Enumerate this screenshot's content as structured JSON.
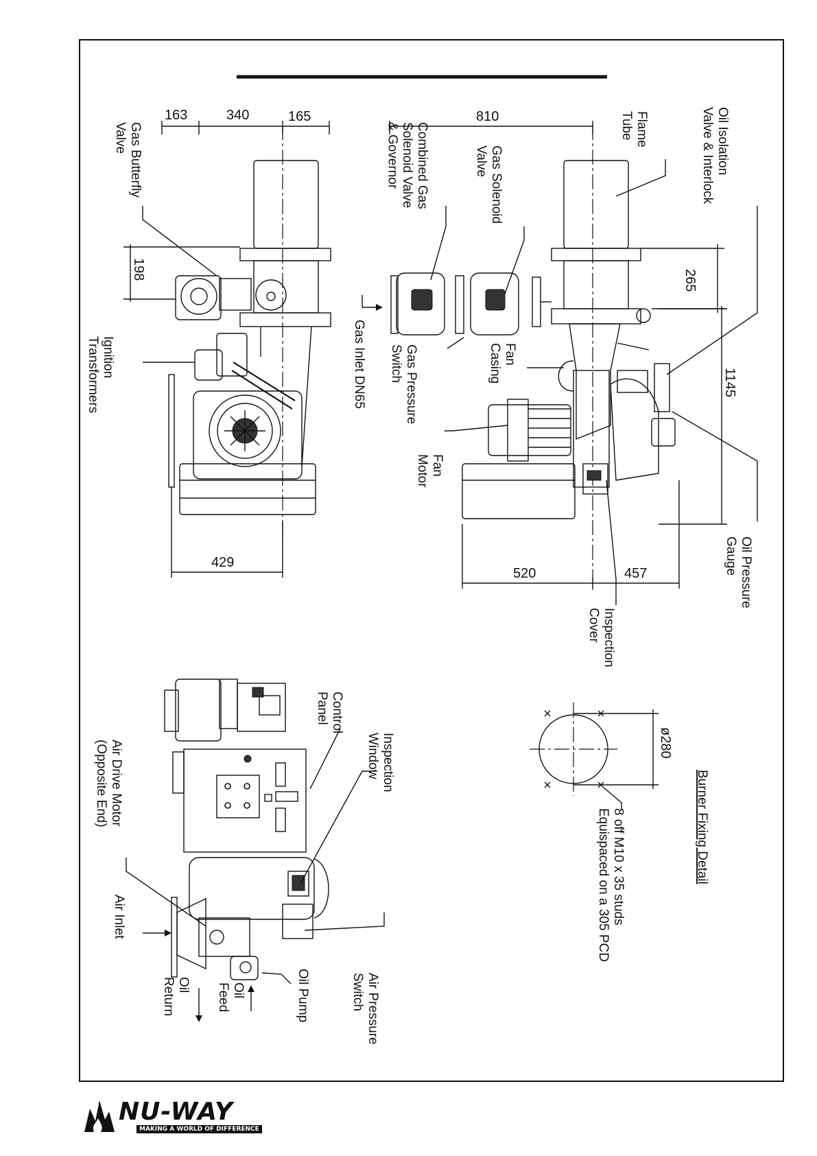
{
  "drawing": {
    "callouts": {
      "gas_butterfly": "Gas Butterfly\nValve",
      "ignition": "Ignition\nTransformers",
      "gas_inlet": "Gas Inlet DN65",
      "combined_gas": "Combined Gas\nSolenoid Valve\n& Governor",
      "gas_solenoid": "Gas Solenoid\nValve",
      "gas_pressure": "Gas Pressure\nSwitch",
      "flame_tube": "Flame\nTube",
      "oil_isolation": "Oil Isolation\nValve & Interlock",
      "fan_casing": "Fan\nCasing",
      "fan_motor": "Fan\nMotor",
      "oil_pressure_gauge": "Oil Pressure\nGauge",
      "inspection_cover": "Inspection\nCover",
      "control_panel": "Control\nPanel",
      "inspection_window": "Inspection\nWindow",
      "air_drive_motor": "Air Drive Motor\n(Opposite End)",
      "air_inlet": "Air Inlet",
      "oil_return": "Oil\nReturn",
      "oil_feed": "Oil\nFeed",
      "oil_pump": "Oil Pump",
      "air_pressure_switch": "Air Pressure\nSwitch",
      "studs": "8 off M10 x 35 studs\nEquispaced on a 305 PCD",
      "fixing_detail_title": "Burner Fixing Detail"
    },
    "dimensions": {
      "d163": "163",
      "d340": "340",
      "d165": "165",
      "d198": "198",
      "d429": "429",
      "d810": "810",
      "d265": "265",
      "d1145": "1145",
      "d520": "520",
      "d457": "457",
      "d280": "ø280"
    }
  },
  "logo": {
    "name": "NU-WAY",
    "tagline": "MAKING A WORLD OF DIFFERENCE"
  }
}
